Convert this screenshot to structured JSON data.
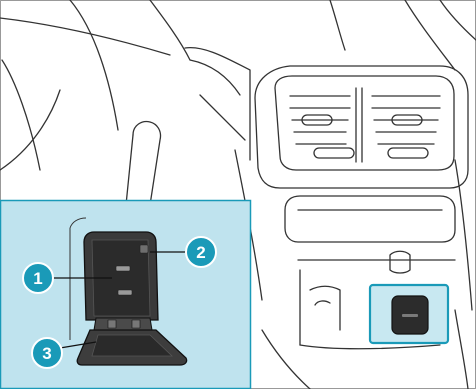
{
  "illustration": {
    "subject": "rear-center-console-usb-port",
    "accent_color": "#1a9ab8",
    "inset_bg_color": "#bfe3ee",
    "callouts": [
      {
        "number": "1",
        "label": "1"
      },
      {
        "number": "2",
        "label": "2"
      },
      {
        "number": "3",
        "label": "3"
      }
    ]
  }
}
